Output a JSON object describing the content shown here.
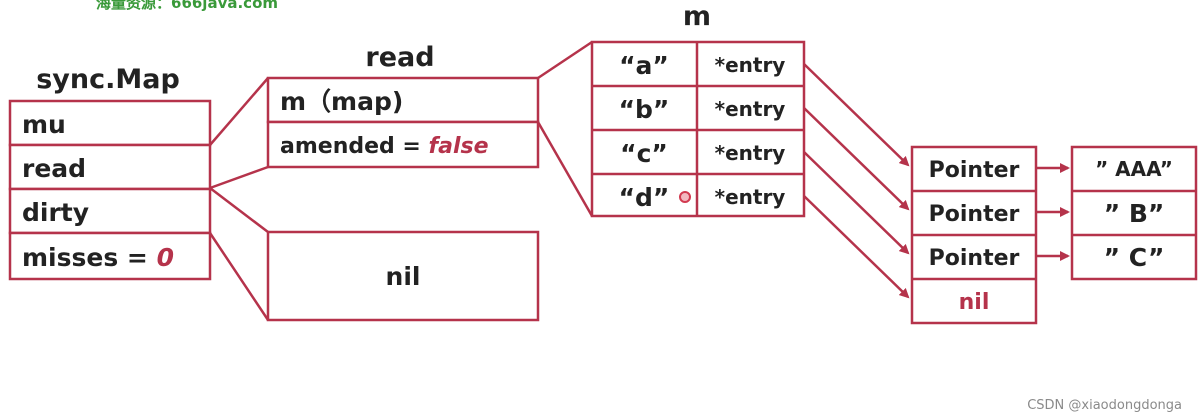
{
  "top_watermark": "海量资源：666java.com",
  "watermark": "CSDN @xiaodongdonga",
  "syncmap": {
    "title": "sync.Map",
    "fields": [
      "mu",
      "read",
      "dirty",
      "misses = "
    ],
    "misses_value": "0"
  },
  "read_struct": {
    "title": "read",
    "m_label": "m（map)",
    "amended_label": "amended = ",
    "amended_value": "false"
  },
  "dirty_value": "nil",
  "m_table": {
    "title": "m",
    "rows": [
      {
        "key": "“a”",
        "value": "*entry"
      },
      {
        "key": "“b”",
        "value": "*entry"
      },
      {
        "key": "“c”",
        "value": "*entry"
      },
      {
        "key": "“d”",
        "value": "*entry"
      }
    ]
  },
  "pointers": [
    "Pointer",
    "Pointer",
    "Pointer",
    "nil"
  ],
  "values": [
    "” AAA”",
    "” B”",
    "” C”"
  ],
  "colors": {
    "accent": "#b5334b"
  }
}
